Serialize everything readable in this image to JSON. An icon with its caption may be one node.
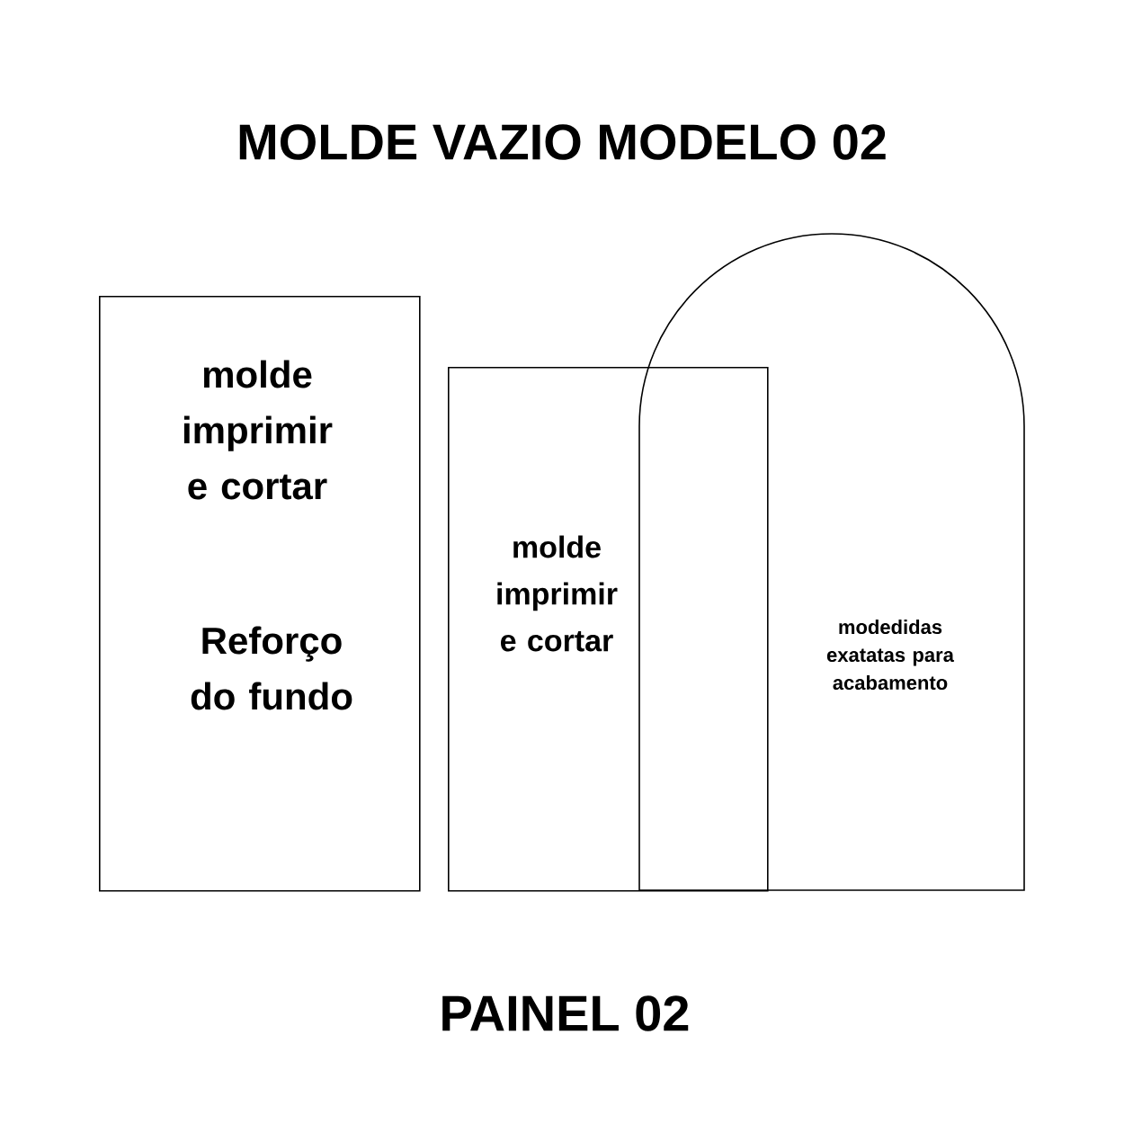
{
  "diagram": {
    "title": "MOLDE VAZIO MODELO 02",
    "caption": "PAINEL 02",
    "nodes": [
      {
        "text": [
          "molde imprimir e cortar",
          "Reforço do fundo"
        ]
      },
      {
        "text": [
          "molde imprimir e cortar"
        ]
      },
      {
        "text": [
          "modedidas exatatas para acabamento"
        ]
      }
    ]
  }
}
